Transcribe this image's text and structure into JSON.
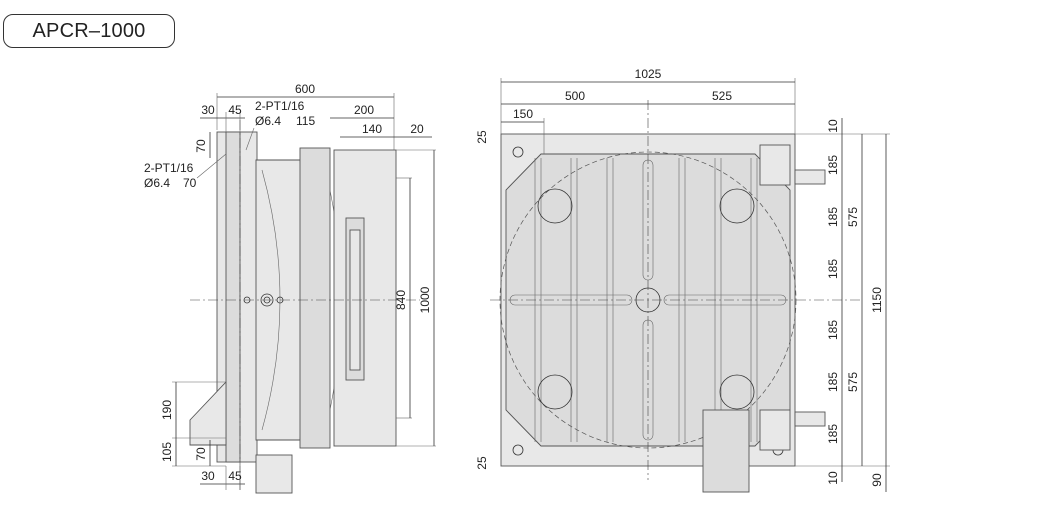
{
  "model_label": "APCR–1000",
  "side_view": {
    "dims": {
      "overall_width": "600",
      "d30_top": "30",
      "d45_top": "45",
      "port_top_label": "2-PT1/16",
      "port_top_size": "Ø6.4",
      "port_top_depth": "115",
      "d200": "200",
      "d140": "140",
      "d20": "20",
      "d70_top": "70",
      "port_side_label": "2-PT1/16",
      "port_side_size": "Ø6.4",
      "port_side_depth": "70",
      "d840": "840",
      "d1000": "1000",
      "d190": "190",
      "d105": "105",
      "d70_bottom": "70",
      "d30_bottom": "30",
      "d45_bottom": "45"
    }
  },
  "plan_view": {
    "dims": {
      "overall_width": "1025",
      "d500": "500",
      "d525": "525",
      "d150": "150",
      "d25_top": "25",
      "d25_bottom": "25",
      "d10_top": "10",
      "d10_bottom": "10",
      "d185_1": "185",
      "d185_2": "185",
      "d185_3": "185",
      "d185_4": "185",
      "d185_5": "185",
      "d185_6": "185",
      "d575_top": "575",
      "d575_bottom": "575",
      "d1150": "1150",
      "d90": "90"
    }
  }
}
